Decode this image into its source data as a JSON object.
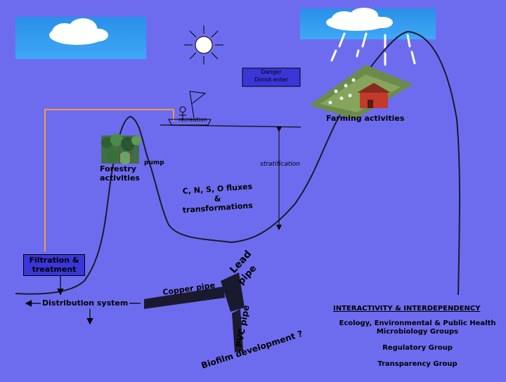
{
  "labels": {
    "danger": [
      "Danger",
      "Donot enter"
    ],
    "recreation": "recreation",
    "farming": "Farming activities",
    "forestry": [
      "Forestry",
      "activities"
    ],
    "pump": "pump",
    "stratification": "stratification",
    "fluxes": [
      "C, N, S, O fluxes",
      "&",
      "transformations"
    ],
    "filtration": [
      "Filtration &",
      "treatment"
    ],
    "distribution": "Distribution system",
    "copper_pipe": "Copper pipe",
    "lead_pipe": [
      "Lead",
      "pipe"
    ],
    "pvc_pipe": "PVC pipe",
    "biofilm": "Biofilm development ?"
  },
  "right_panel": {
    "heading": "INTERACTIVITY & INTERDEPENDENCY",
    "groups": [
      "Ecology, Environmental & Public Health Microbiology Groups",
      "Regulatory Group",
      "Transparency Group"
    ]
  },
  "colors": {
    "background": "#6e6cee",
    "sky_box": "#2f9bf0",
    "pipe_orange": "#f09a4c",
    "danger_box": "#3a36d8",
    "terrain": "#1a1a2e"
  },
  "icons": [
    "cloud-icon",
    "sun-icon",
    "rain-icon",
    "person-icon",
    "flag-icon",
    "forest-image",
    "farm-image"
  ]
}
